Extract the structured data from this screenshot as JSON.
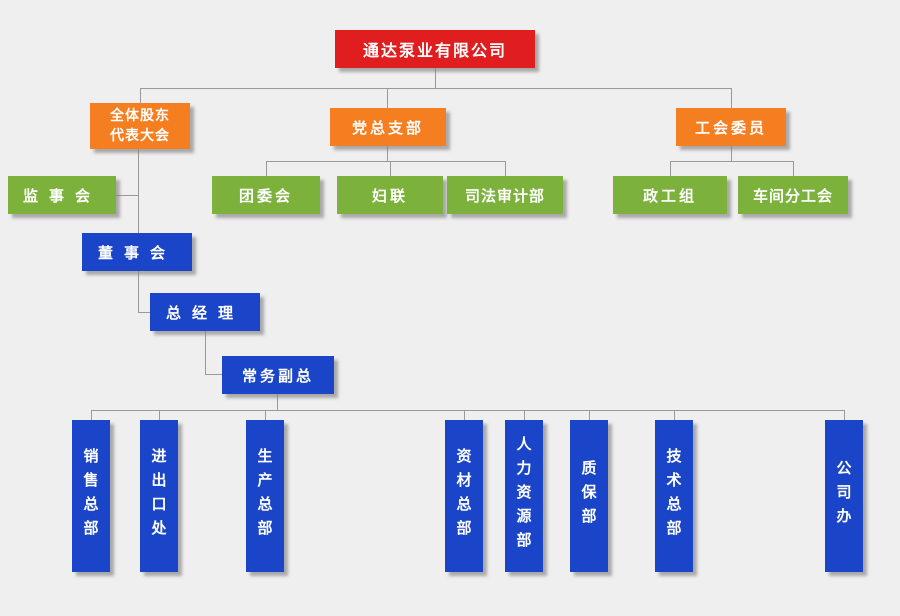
{
  "colors": {
    "background": "#f0eff0",
    "root_box": "#e01e20",
    "level2_box": "#f57e20",
    "level3_box": "#7cb23c",
    "admin_box": "#1a45c8",
    "connector_line": "#999999",
    "text": "#ffffff"
  },
  "org": {
    "root": {
      "label": "通达泵业有限公司"
    },
    "shareholders_assembly": {
      "lines": [
        "全体股东",
        "代表大会"
      ]
    },
    "party_branch": {
      "label": "党总支部"
    },
    "union_committee": {
      "label": "工会委员"
    },
    "supervisory_board": {
      "label": "监事会"
    },
    "youth_league": {
      "label": "团委会"
    },
    "womens_federation": {
      "label": "妇联"
    },
    "judicial_audit": {
      "label": "司法审计部"
    },
    "political_work_group": {
      "label": "政工组"
    },
    "workshop_union": {
      "label": "车间分工会"
    },
    "board_of_directors": {
      "label": "董事会"
    },
    "general_manager": {
      "label": "总经理"
    },
    "executive_deputy_gm": {
      "label": "常务副总"
    },
    "departments": [
      {
        "label": "销售总部"
      },
      {
        "label": "进出口处"
      },
      {
        "label": "生产总部"
      },
      {
        "label": "资材总部"
      },
      {
        "label": "人力资源部"
      },
      {
        "label": "质保部"
      },
      {
        "label": "技术总部"
      },
      {
        "label": "公司办"
      }
    ]
  }
}
